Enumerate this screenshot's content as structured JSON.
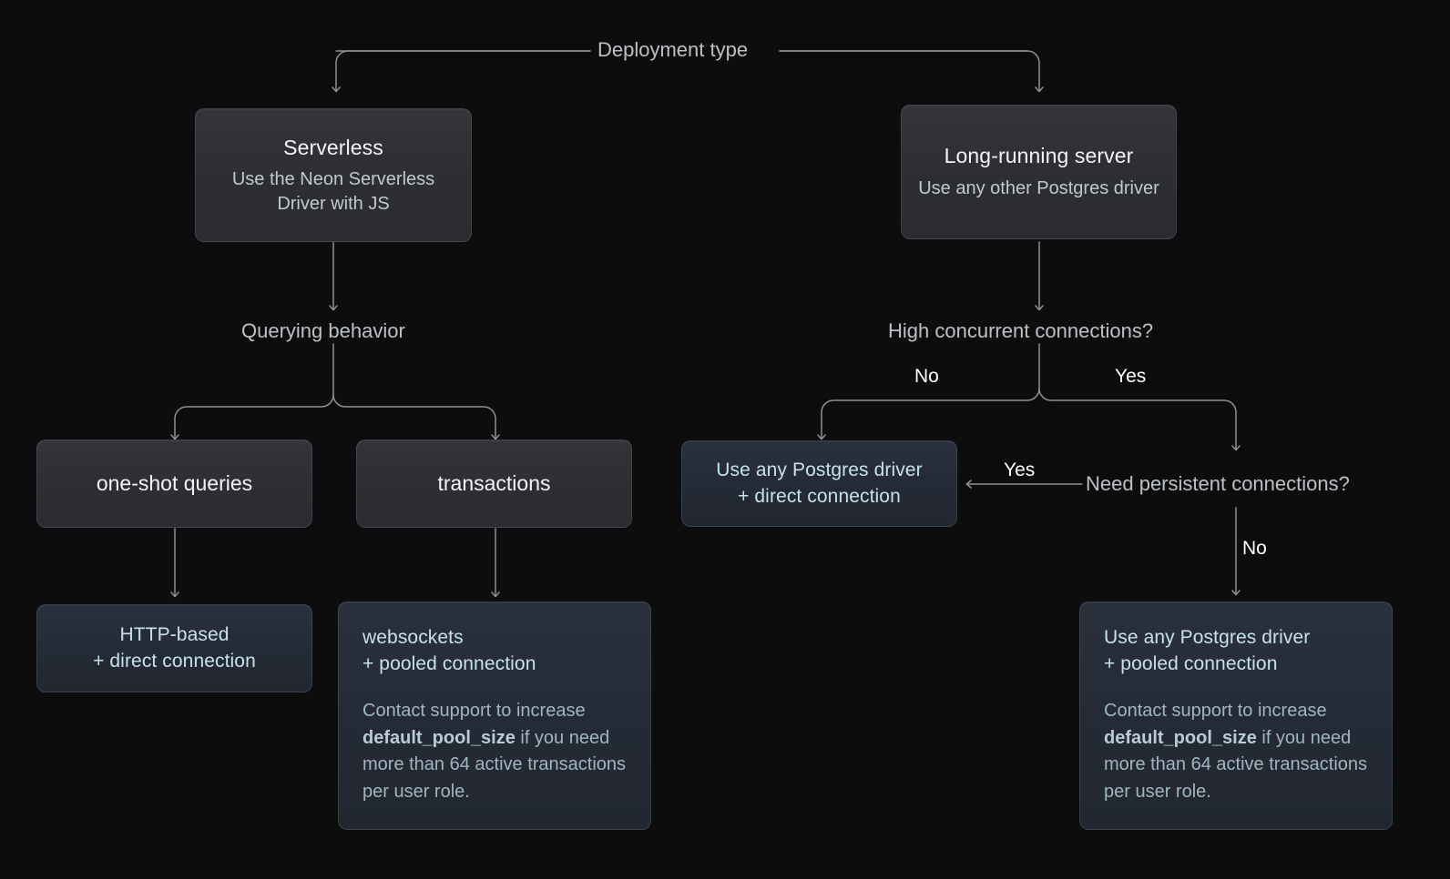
{
  "diagram": {
    "title": "Deployment type",
    "background_color": "#0d0d0d",
    "box_color": "#2e3036",
    "highlight_box_color": "#252b36",
    "highlight_text_color": "#c5e2ec",
    "connector_color": "#8b9198"
  },
  "root": {
    "label": "Deployment type"
  },
  "branches": {
    "serverless": {
      "title": "Serverless",
      "subtitle": "Use the Neon Serverless Driver with JS",
      "question": "Querying behavior",
      "options": [
        {
          "label": "one-shot queries"
        },
        {
          "label": "transactions"
        }
      ],
      "outcomes": [
        {
          "title": "HTTP-based\n+ direct connection",
          "line1": "HTTP-based",
          "line2": "+ direct connection",
          "align": "center",
          "note": null
        },
        {
          "line1": "websockets",
          "line2": "+ pooled connection",
          "align": "left",
          "note_prefix": "Contact support to increase ",
          "note_code": "default_pool_size",
          "note_suffix": " if you need more than 64 active transactions per user role."
        }
      ]
    },
    "long_running": {
      "title": "Long-running server",
      "subtitle": "Use any other Postgres driver",
      "question": "High concurrent connections?",
      "edge_no": "No",
      "edge_yes": "Yes",
      "sub_question": "Need persistent connections?",
      "sub_edge_yes": "Yes",
      "sub_edge_no": "No",
      "outcomes": [
        {
          "line1": "Use any Postgres driver",
          "line2": "+ direct connection",
          "align": "center",
          "note": null
        },
        {
          "line1": "Use any Postgres driver",
          "line2": "+ pooled connection",
          "align": "left",
          "note_prefix": "Contact support to increase ",
          "note_code": "default_pool_size",
          "note_suffix": " if you need more than 64 active transactions per user role."
        }
      ]
    }
  }
}
